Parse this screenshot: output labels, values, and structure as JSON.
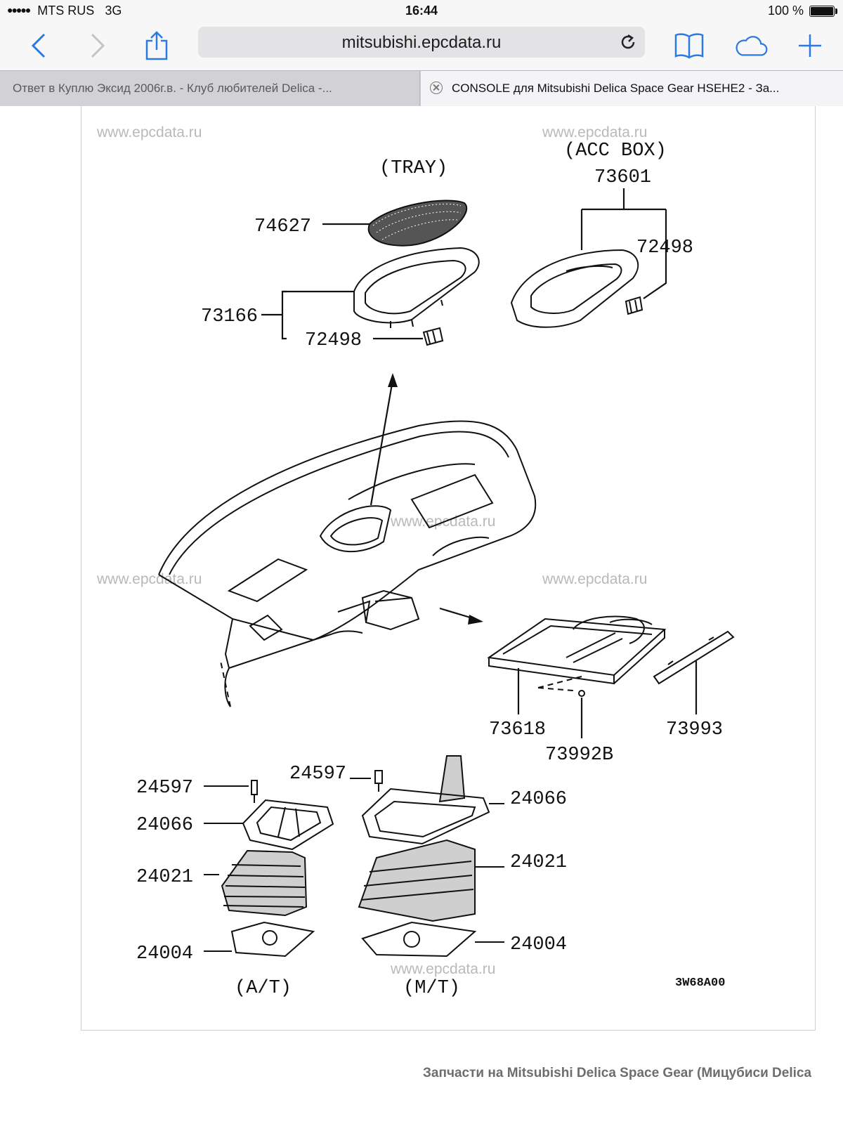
{
  "status_bar": {
    "signal": "●●●●●",
    "carrier": "MTS RUS",
    "network": "3G",
    "time": "16:44",
    "battery_text": "100 %",
    "battery_level": 1.0
  },
  "toolbar": {
    "url": "mitsubishi.epcdata.ru"
  },
  "tabs": [
    {
      "title": "Ответ в Куплю Эксид 2006г.в. - Клуб любителей Delica -...",
      "active": false
    },
    {
      "title": "CONSOLE для Mitsubishi Delica Space Gear HSEHE2 - За...",
      "active": true
    }
  ],
  "diagram": {
    "watermark": "www.epcdata.ru",
    "labels": {
      "tray": "(TRAY)",
      "acc_box": "(ACC BOX)",
      "at": "(A/T)",
      "mt": "(M/T)",
      "code": "3W68A00"
    },
    "parts": {
      "p74627": "74627",
      "p73601": "73601",
      "p72498_right": "72498",
      "p73166": "73166",
      "p72498_left": "72498",
      "p73618": "73618",
      "p73992b": "73992B",
      "p73993": "73993",
      "p24597_left": "24597",
      "p24597_right": "24597",
      "p24066_left": "24066",
      "p24066_right": "24066",
      "p24021_left": "24021",
      "p24021_right": "24021",
      "p24004_left": "24004",
      "p24004_right": "24004"
    }
  },
  "footer": {
    "page_title": "Запчасти на Mitsubishi Delica Space Gear (Мицубиси Delica"
  },
  "colors": {
    "accent": "#2a7ae4",
    "chrome": "#f7f7f7"
  }
}
